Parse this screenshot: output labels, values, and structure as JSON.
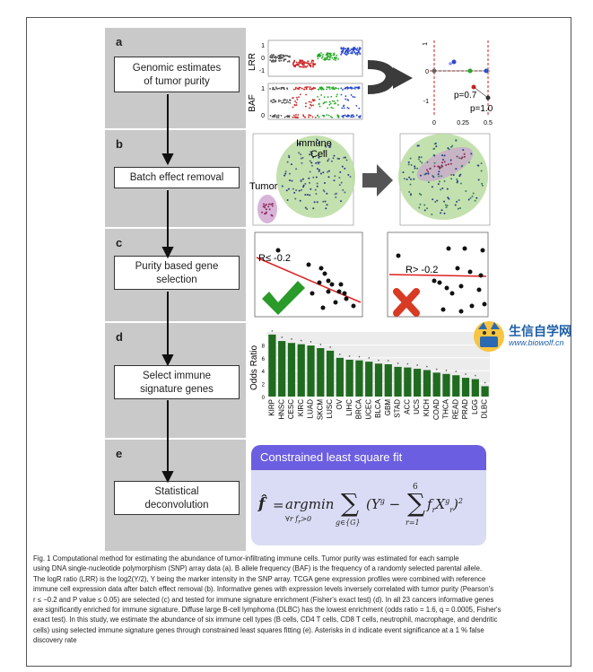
{
  "panels": [
    {
      "letter": "a",
      "step": "Genomic estimates of tumor purity",
      "lines": [
        "Genomic estimates",
        "of tumor purity"
      ]
    },
    {
      "letter": "b",
      "step": "Batch effect removal",
      "lines": [
        "Batch effect removal"
      ]
    },
    {
      "letter": "c",
      "step": "Purity based gene selection",
      "lines": [
        "Purity based gene",
        "selection"
      ]
    },
    {
      "letter": "d",
      "step": "Select immune signature genes",
      "lines": [
        "Select immune",
        "signature genes"
      ]
    },
    {
      "letter": "e",
      "step": "Statistical deconvolution",
      "lines": [
        "Statistical",
        "deconvolution"
      ]
    }
  ],
  "panel_a": {
    "lrr_label": "LRR",
    "baf_label": "BAF",
    "lrr_ticks": [
      "1",
      "0",
      "-1"
    ],
    "baf_ticks": [
      "1",
      "0"
    ],
    "scatter_y_ticks": [
      "1",
      "0",
      "-1"
    ],
    "scatter_x_ticks": [
      "0",
      "0.25",
      "0.5"
    ],
    "p_low": "p=0.7",
    "p_high": "p=1.0"
  },
  "panel_b": {
    "immune_label_1": "Immune",
    "immune_label_2": "Cell",
    "tumor_label": "Tumor"
  },
  "panel_c": {
    "left_label": "R≤ -0.2",
    "right_label": "R> -0.2"
  },
  "panel_d": {
    "ylabel": "Odds Ratio",
    "y_ticks": [
      "0",
      "2",
      "4",
      "6",
      "8"
    ],
    "chart_data": {
      "type": "bar",
      "categories": [
        "KIRP",
        "HNSC",
        "CESC",
        "KIRC",
        "LUAD",
        "SKCM",
        "LUSC",
        "OV",
        "LIHC",
        "BRCA",
        "UCEC",
        "BLCA",
        "GBM",
        "STAD",
        "ACC",
        "UCS",
        "KICH",
        "COAD",
        "THCA",
        "READ",
        "PRAD",
        "LGG",
        "DLBC"
      ],
      "values": [
        9.6,
        8.6,
        8.3,
        8.1,
        7.9,
        7.5,
        7.1,
        6.0,
        5.7,
        5.6,
        5.4,
        5.1,
        5.0,
        4.6,
        4.5,
        4.3,
        4.1,
        3.7,
        3.5,
        3.3,
        2.9,
        2.7,
        1.6
      ],
      "ylim": [
        0,
        10
      ],
      "ylabel": "Odds Ratio",
      "bar_color": "#1f6b1f"
    }
  },
  "panel_e": {
    "title": "Constrained least square fit"
  },
  "logo": {
    "name": "生信自学网",
    "url": "www.biowolf.cn"
  },
  "caption": {
    "lines": [
      "Fig. 1 Computational method for estimating the abundance of tumor-infiltrating immune cells. Tumor purity was estimated for each sample",
      "using DNA single-nucleotide polymorphism (SNP) array data (a). B allele frequency (BAF) is the frequency of a randomly selected parental allele.",
      "The logR ratio (LRR) is the log2(Y/2), Y being the marker intensity in the SNP array. TCGA gene expression profiles were combined with reference",
      "immune cell expression data after batch effect removal (b). Informative genes with expression levels inversely correlated with tumor purity (Pearson's",
      "r ≤ −0.2 and P value ≤ 0.05) are selected (c) and tested for immune signature enrichment (Fisher's exact test) (d). In all 23 cancers informative genes",
      "are significantly enriched for immune signature. Diffuse large B-cell lymphoma (DLBC) has the lowest enrichment (odds ratio = 1.6, q = 0.0005, Fisher's",
      "exact test). In this study, we estimate the abundance of six immune cell types (B cells, CD4 T cells, CD8 T cells, neutrophil, macrophage, and dendritic",
      "cells) using selected immune signature genes through constrained least squares fitting (e). Asterisks in d indicate event significance at a 1 % false",
      "discovery rate"
    ]
  }
}
